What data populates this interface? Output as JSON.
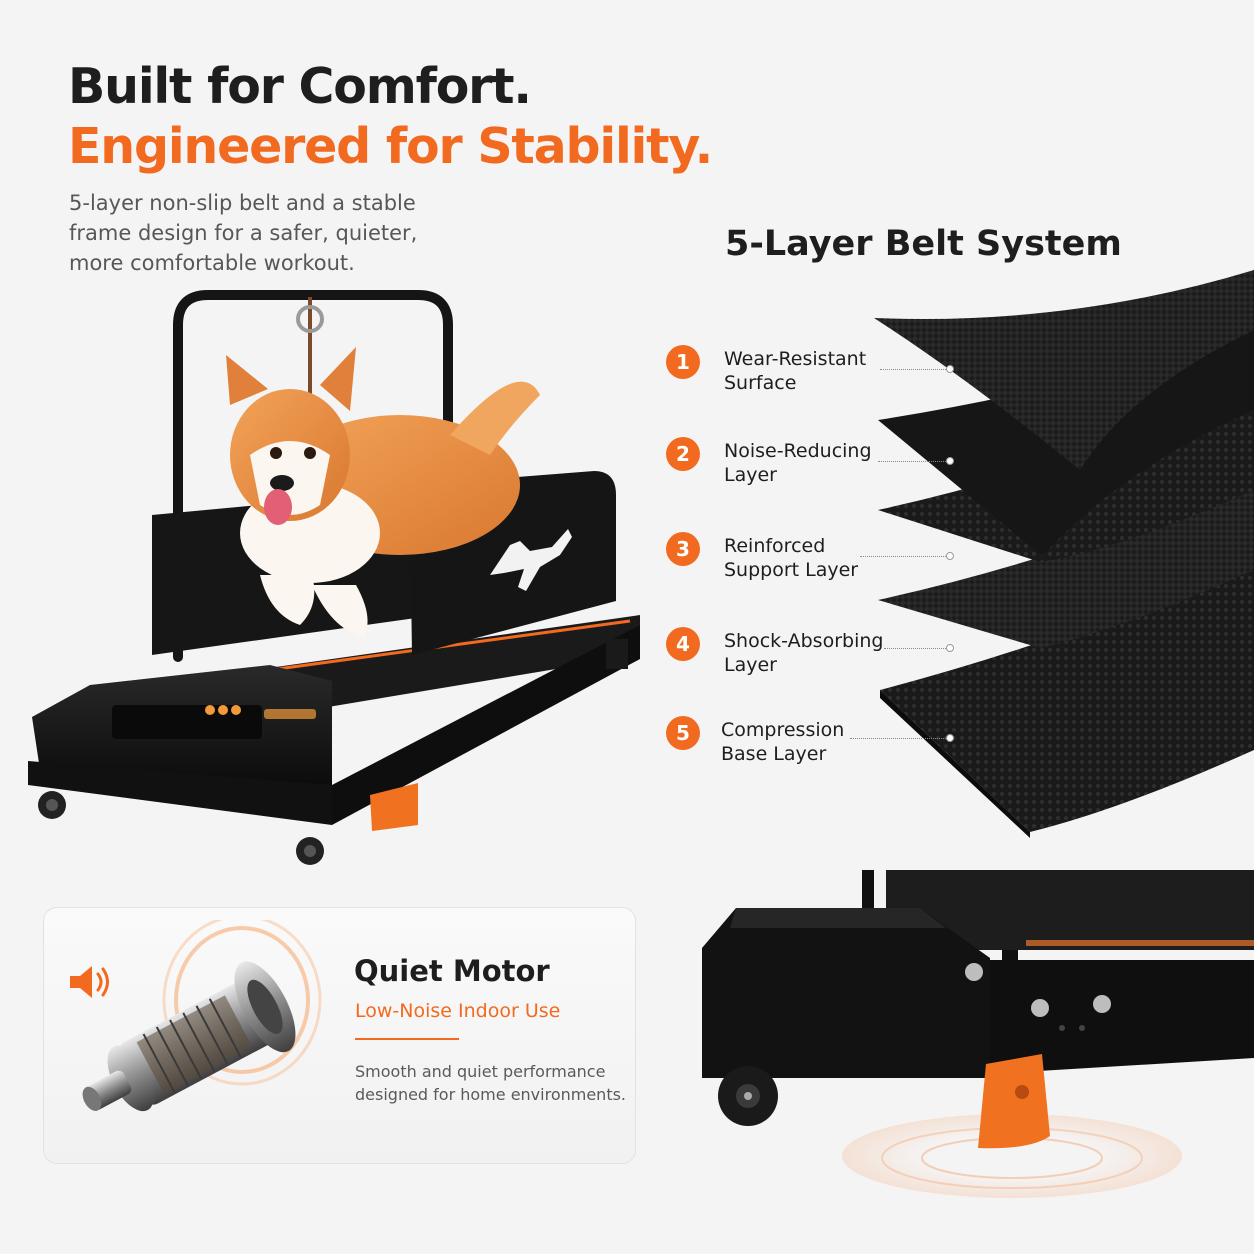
{
  "headline": {
    "line1": "Built for Comfort.",
    "line2": "Engineered for Stability."
  },
  "intro": {
    "line1": "5-layer non-slip belt and a stable",
    "line2": "frame design for a safer, quieter,",
    "line3": "more comfortable workout."
  },
  "belt_system": {
    "title": "5-Layer Belt System",
    "layers": [
      {
        "number": "1",
        "line1": "Wear-Resistant",
        "line2": "Surface"
      },
      {
        "number": "2",
        "line1": "Noise-Reducing",
        "line2": "Layer"
      },
      {
        "number": "3",
        "line1": "Reinforced",
        "line2": "Support Layer"
      },
      {
        "number": "4",
        "line1": "Shock-Absorbing",
        "line2": "Layer"
      },
      {
        "number": "5",
        "line1": "Compression",
        "line2": "Base Layer"
      }
    ]
  },
  "quiet_motor": {
    "title": "Quiet Motor",
    "subtitle": "Low-Noise Indoor Use",
    "desc_line1": "Smooth and quiet performance",
    "desc_line2": "designed for home environments."
  },
  "icons": {
    "speaker": "speaker-icon",
    "dog_silhouette": "running-dog-logo"
  },
  "colors": {
    "accent": "#f26a1f",
    "dark": "#1e1e1e",
    "belt": "#1b1b1b"
  }
}
